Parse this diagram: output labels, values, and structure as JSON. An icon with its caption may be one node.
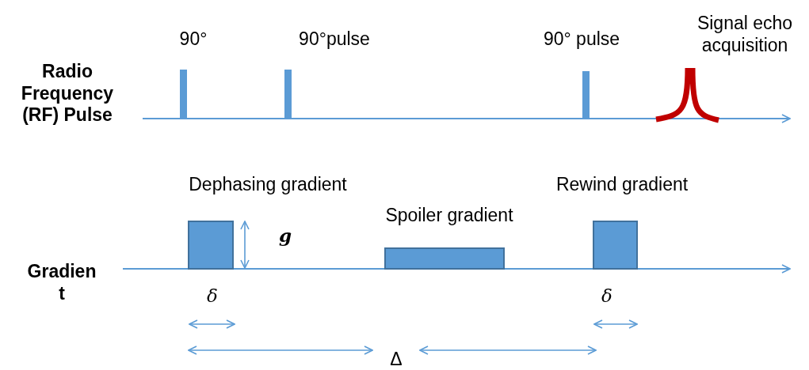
{
  "diagram": {
    "labels": [
      "90°",
      "90°pulse",
      "90° pulse",
      "Signal echo acquisition",
      "Radio Frequency (RF) Pulse",
      "Dephasing gradient",
      "Rewind gradient",
      "Spoiler gradient",
      "g",
      "Gradien t",
      "δ",
      "δ",
      "Δ"
    ]
  }
}
